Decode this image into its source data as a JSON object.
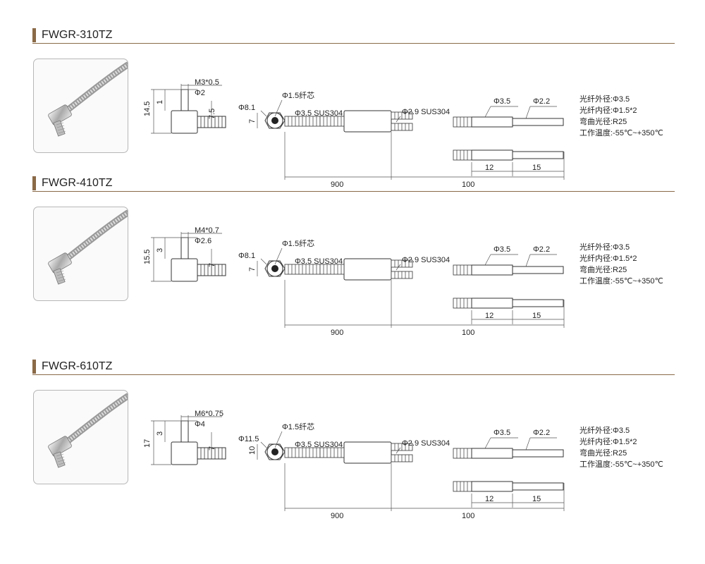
{
  "sections": [
    {
      "model": "FWGR-310TZ",
      "dims": {
        "thread": "M3*0.5",
        "tip_dia": "Φ2",
        "total_height": "14.5",
        "tip_len": "1",
        "tube_height": "7.5",
        "head_dia": "Φ8.1",
        "head_height": "7",
        "core": "Φ1.5纤芯",
        "sheath_main": "Φ3.5 SUS304",
        "sheath_end": "Φ2.9 SUS304",
        "length_main": "900",
        "length_end": "100",
        "probe_dia_a": "Φ3.5",
        "probe_dia_b": "Φ2.2",
        "probe_len_a": "12",
        "probe_len_b": "15"
      },
      "specs": [
        "光纤外径:Φ3.5",
        "光纤内径:Φ1.5*2",
        "弯曲光径:R25",
        "工作温度:-55℃~+350℃"
      ]
    },
    {
      "model": "FWGR-410TZ",
      "dims": {
        "thread": "M4*0.7",
        "tip_dia": "Φ2.6",
        "total_height": "15.5",
        "tip_len": "3",
        "tube_height": "7",
        "head_dia": "Φ8.1",
        "head_height": "7",
        "core": "Φ1.5纤芯",
        "sheath_main": "Φ3.5 SUS304",
        "sheath_end": "Φ2.9 SUS304",
        "length_main": "900",
        "length_end": "100",
        "probe_dia_a": "Φ3.5",
        "probe_dia_b": "Φ2.2",
        "probe_len_a": "12",
        "probe_len_b": "15"
      },
      "specs": [
        "光纤外径:Φ3.5",
        "光纤内径:Φ1.5*2",
        "弯曲光径:R25",
        "工作温度:-55℃~+350℃"
      ]
    },
    {
      "model": "FWGR-610TZ",
      "dims": {
        "thread": "M6*0.75",
        "tip_dia": "Φ4",
        "total_height": "17",
        "tip_len": "3",
        "tube_height": "7",
        "head_dia": "Φ11.5",
        "head_height": "10",
        "core": "Φ1.5纤芯",
        "sheath_main": "Φ3.5 SUS304",
        "sheath_end": "Φ2.9 SUS304",
        "length_main": "900",
        "length_end": "100",
        "probe_dia_a": "Φ3.5",
        "probe_dia_b": "Φ2.2",
        "probe_len_a": "12",
        "probe_len_b": "15"
      },
      "specs": [
        "光纤外径:Φ3.5",
        "光纤内径:Φ1.5*2",
        "弯曲光径:R25",
        "工作温度:-55℃~+350℃"
      ]
    }
  ]
}
